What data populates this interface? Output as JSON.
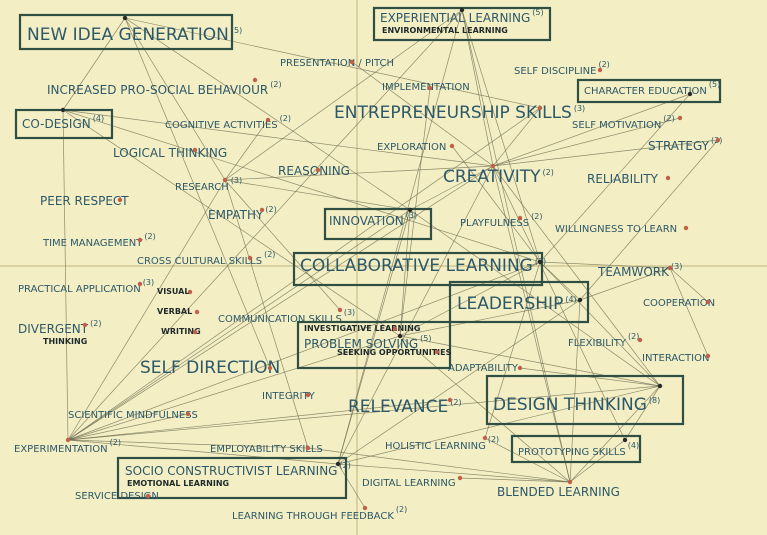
{
  "nodes": [
    {
      "id": "new_idea",
      "label": "NEW IDEA GENERATION",
      "count": "(5)",
      "boxed": true
    },
    {
      "id": "exp_learning",
      "label": "EXPERIENTIAL LEARNING",
      "count": "(5)",
      "boxed": true,
      "sub": "ENVIRONMENTAL LEARNING"
    },
    {
      "id": "presentation",
      "label": "PRESENTATION / PITCH"
    },
    {
      "id": "self_discipline",
      "label": "SELF DISCIPLINE",
      "count": "(2)"
    },
    {
      "id": "implementation",
      "label": "IMPLEMENTATION"
    },
    {
      "id": "pro_social",
      "label": "INCREASED PRO-SOCIAL BEHAVIOUR",
      "count": "(2)"
    },
    {
      "id": "character_ed",
      "label": "CHARACTER EDUCATION",
      "count": "(5)",
      "boxed": true
    },
    {
      "id": "co_design",
      "label": "CO-DESIGN",
      "count": "(4)",
      "boxed": true
    },
    {
      "id": "cognitive",
      "label": "COGNITIVE ACTIVITIES",
      "count": "(2)"
    },
    {
      "id": "entrepreneurship",
      "label": "ENTREPRENEURSHIP SKILLS",
      "count": "(3)"
    },
    {
      "id": "self_motivation",
      "label": "SELF MOTIVATION",
      "count": "(2)"
    },
    {
      "id": "logical",
      "label": "LOGICAL THINKING"
    },
    {
      "id": "exploration",
      "label": "EXPLORATION"
    },
    {
      "id": "strategy",
      "label": "STRATEGY",
      "count": "(2)"
    },
    {
      "id": "reasoning",
      "label": "REASONING"
    },
    {
      "id": "creativity",
      "label": "CREATIVITY",
      "count": "(2)"
    },
    {
      "id": "research",
      "label": "RESEARCH",
      "count": "(3)"
    },
    {
      "id": "reliability",
      "label": "RELIABILITY"
    },
    {
      "id": "peer_respect",
      "label": "PEER RESPECT"
    },
    {
      "id": "empathy",
      "label": "EMPATHY",
      "count": "(2)"
    },
    {
      "id": "innovation",
      "label": "INNOVATION",
      "count": "(3)",
      "boxed": true
    },
    {
      "id": "playfulness",
      "label": "PLAYFULNESS",
      "count": "(2)"
    },
    {
      "id": "willingness",
      "label": "WILLINGNESS TO LEARN"
    },
    {
      "id": "time_mgmt",
      "label": "TIME MANAGEMENT",
      "count": "(2)"
    },
    {
      "id": "cross_cultural",
      "label": "CROSS CULTURAL SKILLS",
      "count": "(2)"
    },
    {
      "id": "collab",
      "label": "COLLABORATIVE LEARNING",
      "count": "(7)",
      "boxed": true
    },
    {
      "id": "teamwork",
      "label": "TEAMWORK",
      "count": "(3)"
    },
    {
      "id": "practical",
      "label": "PRACTICAL APPLICATION",
      "count": "(3)"
    },
    {
      "id": "visual",
      "label": "VISUAL"
    },
    {
      "id": "leadership",
      "label": "LEADERSHIP",
      "count": "(4)",
      "boxed": true
    },
    {
      "id": "cooperation",
      "label": "COOPERATION"
    },
    {
      "id": "verbal",
      "label": "VERBAL"
    },
    {
      "id": "communication",
      "label": "COMMUNICATION SKILLS",
      "count": "(3)"
    },
    {
      "id": "writing",
      "label": "WRITING"
    },
    {
      "id": "divergent",
      "label": "DIVERGENT",
      "count": "(2)",
      "sub": "THINKING"
    },
    {
      "id": "investigative",
      "label": "INVESTIGATIVE LEARNING"
    },
    {
      "id": "problem_solving",
      "label": "PROBLEM SOLVING",
      "count": "(5)",
      "boxed": true
    },
    {
      "id": "seeking",
      "label": "SEEKING OPPORTUNITIES"
    },
    {
      "id": "flexibility",
      "label": "FLEXIBILITY",
      "count": "(2)"
    },
    {
      "id": "interaction",
      "label": "INTERACTION"
    },
    {
      "id": "self_direction",
      "label": "SELF DIRECTION"
    },
    {
      "id": "adaptability",
      "label": "ADAPTABILITY"
    },
    {
      "id": "integrity",
      "label": "INTEGRITY"
    },
    {
      "id": "relevance",
      "label": "RELEVANCE",
      "count": "(2)"
    },
    {
      "id": "design_thinking",
      "label": "DESIGN THINKING",
      "count": "(8)",
      "boxed": true
    },
    {
      "id": "scientific",
      "label": "SCIENTIFIC MINDFULNESS"
    },
    {
      "id": "experimentation",
      "label": "EXPERIMENTATION",
      "count": "(2)"
    },
    {
      "id": "employability",
      "label": "EMPLOYABILITY SKILLS"
    },
    {
      "id": "holistic",
      "label": "HOLISTIC LEARNING",
      "count": "(2)"
    },
    {
      "id": "prototyping",
      "label": "PROTOTYPING SKILLS",
      "count": "(4)",
      "boxed": true
    },
    {
      "id": "socio",
      "label": "SOCIO CONSTRUCTIVIST LEARNING",
      "count": "(2)",
      "boxed": true,
      "sub": "EMOTIONAL LEARNING"
    },
    {
      "id": "digital",
      "label": "DIGITAL LEARNING"
    },
    {
      "id": "blended",
      "label": "BLENDED LEARNING"
    },
    {
      "id": "service_design",
      "label": "SERVICE DESIGN"
    },
    {
      "id": "feedback",
      "label": "LEARNING THROUGH FEEDBACK",
      "count": "(2)"
    }
  ],
  "edges": [
    [
      "new_idea",
      "co_design"
    ],
    [
      "new_idea",
      "research"
    ],
    [
      "new_idea",
      "entrepreneurship"
    ],
    [
      "new_idea",
      "self_direction"
    ],
    [
      "new_idea",
      "innovation"
    ],
    [
      "exp_learning",
      "creativity"
    ],
    [
      "exp_learning",
      "research"
    ],
    [
      "exp_learning",
      "collab"
    ],
    [
      "exp_learning",
      "socio"
    ],
    [
      "exp_learning",
      "blended"
    ],
    [
      "exp_learning",
      "experimentation"
    ],
    [
      "co_design",
      "experimentation"
    ],
    [
      "co_design",
      "collab"
    ],
    [
      "co_design",
      "creativity"
    ],
    [
      "co_design",
      "problem_solving"
    ],
    [
      "research",
      "experimentation"
    ],
    [
      "research",
      "communication"
    ],
    [
      "research",
      "creativity"
    ],
    [
      "research",
      "employability"
    ],
    [
      "research",
      "innovation"
    ],
    [
      "creativity",
      "design_thinking"
    ],
    [
      "creativity",
      "experimentation"
    ],
    [
      "creativity",
      "innovation"
    ],
    [
      "creativity",
      "blended"
    ],
    [
      "creativity",
      "socio"
    ],
    [
      "creativity",
      "prototyping"
    ],
    [
      "collab",
      "leadership"
    ],
    [
      "collab",
      "problem_solving"
    ],
    [
      "collab",
      "experimentation"
    ],
    [
      "collab",
      "design_thinking"
    ],
    [
      "collab",
      "holistic"
    ],
    [
      "collab",
      "teamwork"
    ],
    [
      "innovation",
      "problem_solving"
    ],
    [
      "innovation",
      "design_thinking"
    ],
    [
      "innovation",
      "socio"
    ],
    [
      "innovation",
      "experimentation"
    ],
    [
      "leadership",
      "blended"
    ],
    [
      "leadership",
      "teamwork"
    ],
    [
      "leadership",
      "problem_solving"
    ],
    [
      "leadership",
      "socio"
    ],
    [
      "problem_solving",
      "experimentation"
    ],
    [
      "problem_solving",
      "blended"
    ],
    [
      "problem_solving",
      "design_thinking"
    ],
    [
      "design_thinking",
      "experimentation"
    ],
    [
      "design_thinking",
      "blended"
    ],
    [
      "design_thinking",
      "socio"
    ],
    [
      "design_thinking",
      "prototyping"
    ],
    [
      "socio",
      "experimentation"
    ],
    [
      "socio",
      "blended"
    ],
    [
      "socio",
      "feedback"
    ],
    [
      "prototyping",
      "blended"
    ],
    [
      "holistic",
      "blended"
    ],
    [
      "digital",
      "blended"
    ],
    [
      "employability",
      "experimentation"
    ],
    [
      "employability",
      "blended"
    ],
    [
      "character_ed",
      "creativity"
    ],
    [
      "character_ed",
      "collab"
    ],
    [
      "strategy",
      "creativity"
    ],
    [
      "strategy",
      "leadership"
    ],
    [
      "self_motivation",
      "creativity"
    ],
    [
      "teamwork",
      "interaction"
    ],
    [
      "cooperation",
      "teamwork"
    ],
    [
      "entrepreneurship",
      "creativity"
    ],
    [
      "entrepreneurship",
      "experimentation"
    ],
    [
      "exploration",
      "collab"
    ],
    [
      "implementation",
      "problem_solving"
    ],
    [
      "presentation",
      "creativity"
    ],
    [
      "cognitive",
      "research"
    ],
    [
      "scientific",
      "experimentation"
    ],
    [
      "adaptability",
      "design_thinking"
    ],
    [
      "relevance",
      "experimentation"
    ]
  ]
}
